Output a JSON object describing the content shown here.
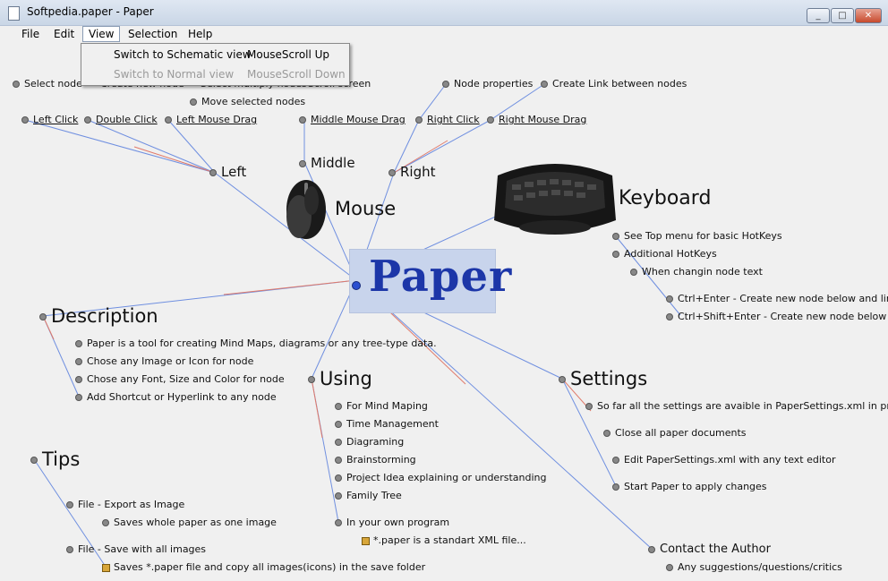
{
  "window": {
    "title": "Softpedia.paper - Paper",
    "minimize": "_",
    "maximize": "□",
    "close": "✕"
  },
  "menu": {
    "file": "File",
    "edit": "Edit",
    "view": "View",
    "selection": "Selection",
    "help": "Help"
  },
  "view_menu": {
    "items": [
      {
        "label": "Switch to Schematic view",
        "shortcut": "MouseScroll Up",
        "enabled": true
      },
      {
        "label": "Switch to Normal view",
        "shortcut": "MouseScroll Down",
        "enabled": false
      }
    ]
  },
  "map": {
    "center": "Paper",
    "mouse": {
      "title": "Mouse",
      "left": "Left",
      "middle": "Middle",
      "right": "Right",
      "left_click": "Left Click",
      "double_click": "Double Click",
      "left_drag": "Left Mouse Drag",
      "middle_drag": "Middle Mouse Drag",
      "right_click": "Right Click",
      "right_drag": "Right Mouse Drag",
      "select_node": "Select node",
      "create_node": "Create new node",
      "select_multiple": "Select multiply nodes",
      "move_nodes": "Move selected nodes",
      "scroll_screen": "Scroll screen",
      "node_props": "Node properties",
      "create_link": "Create Link between nodes"
    },
    "keyboard": {
      "title": "Keyboard",
      "items": [
        "See Top  menu for basic HotKeys",
        "Additional HotKeys",
        "When changin node text",
        "Ctrl+Enter - Create new node below and link to it",
        "Ctrl+Shift+Enter - Create new node below right a"
      ]
    },
    "description": {
      "title": "Description",
      "items": [
        "Paper is  a tool for creating Mind Maps, diagrams or any tree-type data.",
        "Chose any Image or Icon for node",
        "Chose any Font, Size and Color for node",
        "Add Shortcut or Hyperlink to any node"
      ]
    },
    "using": {
      "title": "Using",
      "items": [
        "For Mind Maping",
        "Time Management",
        "Diagraming",
        "Brainstorming",
        "Project Idea explaining or understanding",
        "Family Tree",
        "In your own program"
      ],
      "xml": "*.paper is a standart XML file..."
    },
    "settings": {
      "title": "Settings",
      "items": [
        "So far all the settings are avaible in PaperSettings.xml in program c",
        "Close all paper documents",
        "Edit PaperSettings.xml with any text editor",
        "Start Paper to apply changes"
      ],
      "contact": "Contact the Author",
      "suggestions": "Any suggestions/questions/critics"
    },
    "tips": {
      "title": "Tips",
      "export": "File - Export as Image",
      "export_sub": "Saves whole paper as one image",
      "save": "File - Save with all images",
      "save_sub": "Saves *.paper file and copy all images(icons) in the save folder"
    }
  },
  "colors": {
    "link_blue": "#6f8fe0",
    "link_red": "#e07a6a",
    "center_text": "#1c36a8",
    "center_box": "#c8d4ec"
  }
}
